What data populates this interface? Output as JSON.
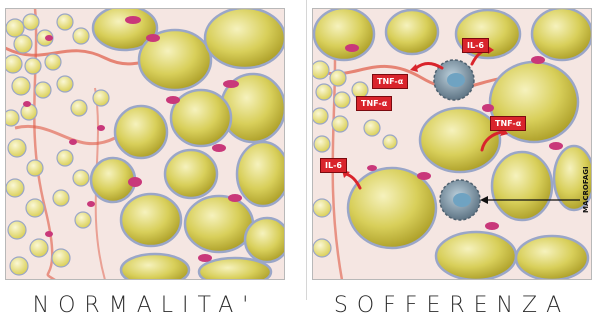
{
  "captions": {
    "left": "NORMALITA'",
    "right": "SOFFERENZA"
  },
  "labels": {
    "il6_top": "IL-6",
    "tnf_upper_left": "TNF-α",
    "tnf_mid_right": "TNF-α",
    "tnf_mid_left": "TNF-α",
    "il6_left": "IL-6",
    "macrofagi": "MACROFAGI"
  },
  "colors": {
    "adipocyte_fill": "#d8cf5a",
    "adipocyte_highlight": "#f3efb0",
    "membrane": "#9aa6c8",
    "stroma": "#e9b9a5",
    "vessel": "#e05a46",
    "nucleus": "#c9387a",
    "macrophage": "#7d94a8",
    "label_red": "#d9242c",
    "arrow_red": "#d9242c"
  }
}
